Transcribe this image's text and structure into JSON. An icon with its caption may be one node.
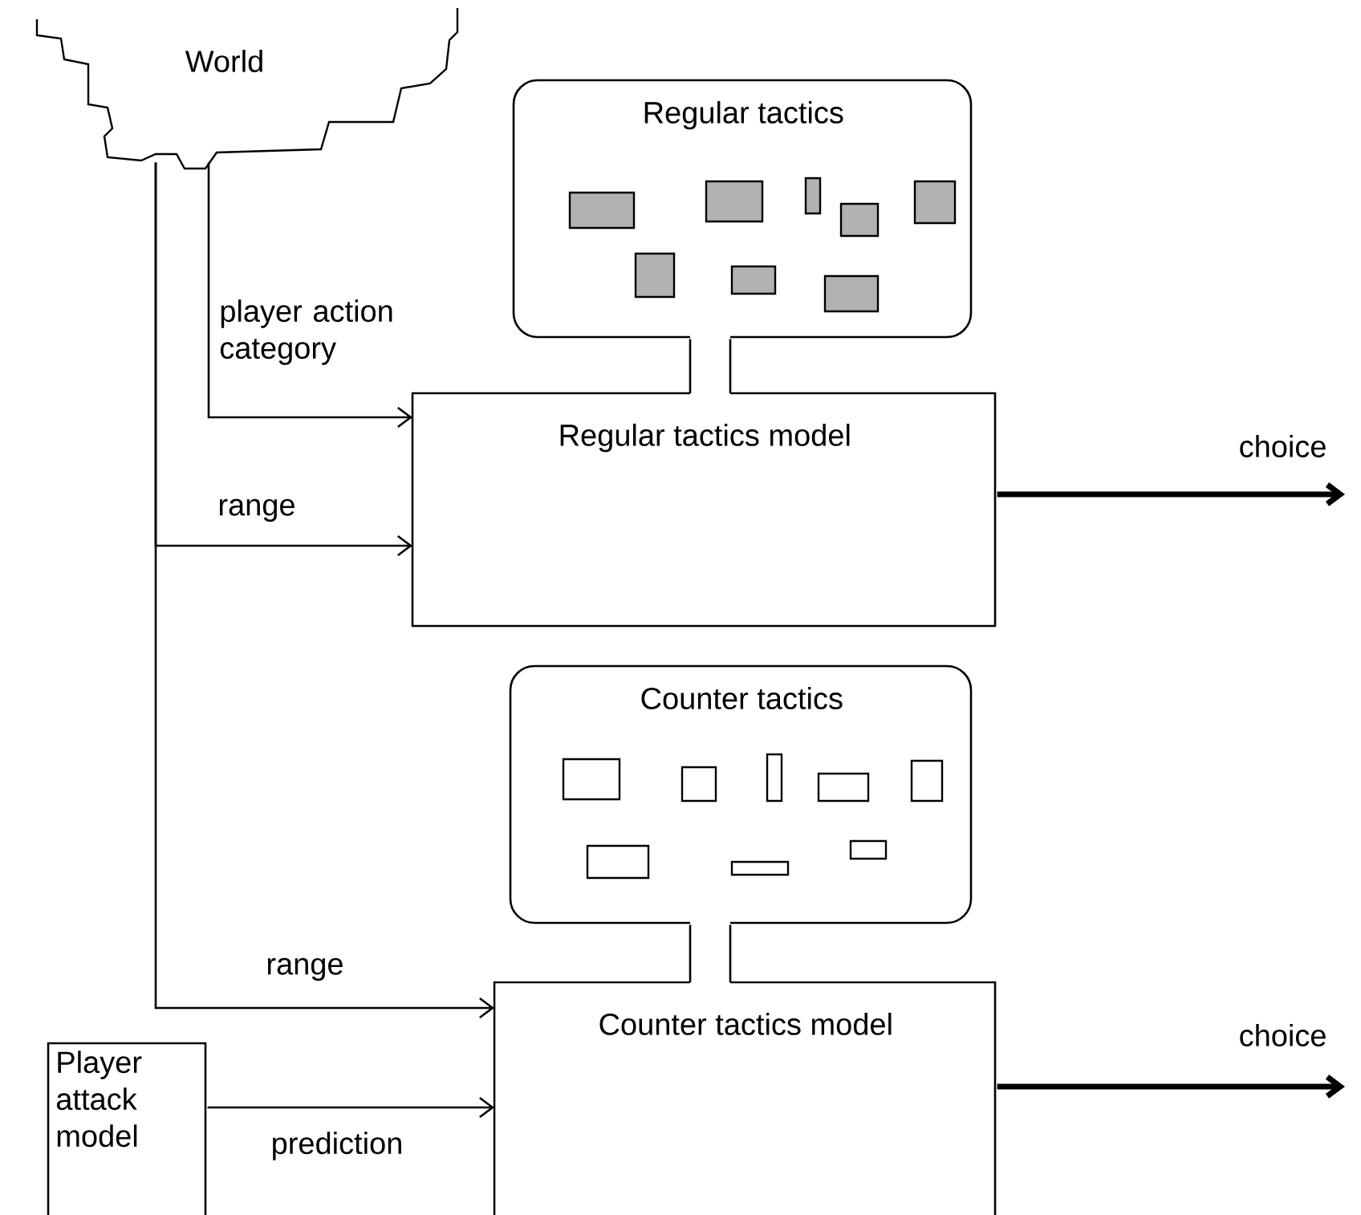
{
  "diagram": {
    "nodes": [
      {
        "text": [
          "World"
        ]
      },
      {
        "text": [
          "Regular tactics"
        ]
      },
      {
        "text": [
          "Regular tactics model"
        ]
      },
      {
        "text": [
          "Counter tactics"
        ]
      },
      {
        "text": [
          "Counter tactics model"
        ]
      },
      {
        "text": [
          "Player attack model"
        ]
      }
    ],
    "edges": [
      {
        "from": 0,
        "to": 2,
        "arrow": "to",
        "label": "player action category"
      },
      {
        "from": 0,
        "to": 2,
        "arrow": "to",
        "label": "range"
      },
      {
        "from": 0,
        "to": 4,
        "arrow": "to",
        "label": "range"
      },
      {
        "from": 5,
        "to": 4,
        "arrow": "to",
        "label": "prediction"
      },
      {
        "from": 2,
        "to": null,
        "arrow": "to",
        "label": "choice",
        "style": "thick"
      },
      {
        "from": 4,
        "to": null,
        "arrow": "to",
        "label": "choice",
        "style": "thick"
      },
      {
        "from": 1,
        "to": 2,
        "arrow": "none"
      },
      {
        "from": 3,
        "to": 4,
        "arrow": "none"
      }
    ]
  }
}
